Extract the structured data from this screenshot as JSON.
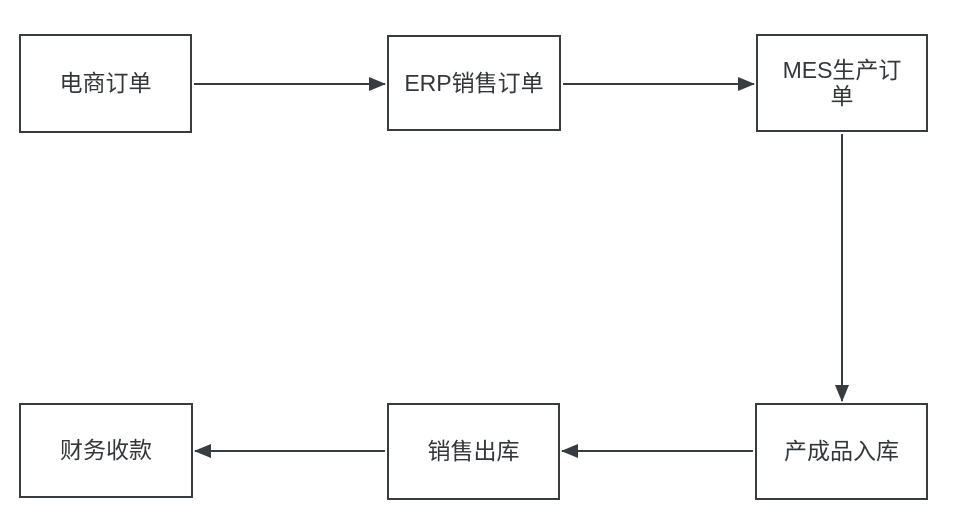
{
  "diagram": {
    "title": "order-to-cash process flowchart",
    "background_color": "#ffffff",
    "stroke_color": "#383b40",
    "text_color": "#33373b",
    "node_fill_color": "#ffffff",
    "nodes": [
      {
        "id": "ecommerce-order",
        "label": "电商订单"
      },
      {
        "id": "erp-sales-order",
        "label": "ERP销售订单"
      },
      {
        "id": "mes-production-order",
        "label": "MES生产订单"
      },
      {
        "id": "finished-goods-inbound",
        "label": "产成品入库"
      },
      {
        "id": "sales-outbound",
        "label": "销售出库"
      },
      {
        "id": "finance-receipt",
        "label": "财务收款"
      }
    ],
    "edges": [
      {
        "from": "电商订单",
        "to": "ERP销售订单",
        "direction": "right"
      },
      {
        "from": "ERP销售订单",
        "to": "MES生产订单",
        "direction": "right"
      },
      {
        "from": "MES生产订单",
        "to": "产成品入库",
        "direction": "down"
      },
      {
        "from": "产成品入库",
        "to": "销售出库",
        "direction": "left"
      },
      {
        "from": "销售出库",
        "to": "财务收款",
        "direction": "left"
      }
    ]
  }
}
